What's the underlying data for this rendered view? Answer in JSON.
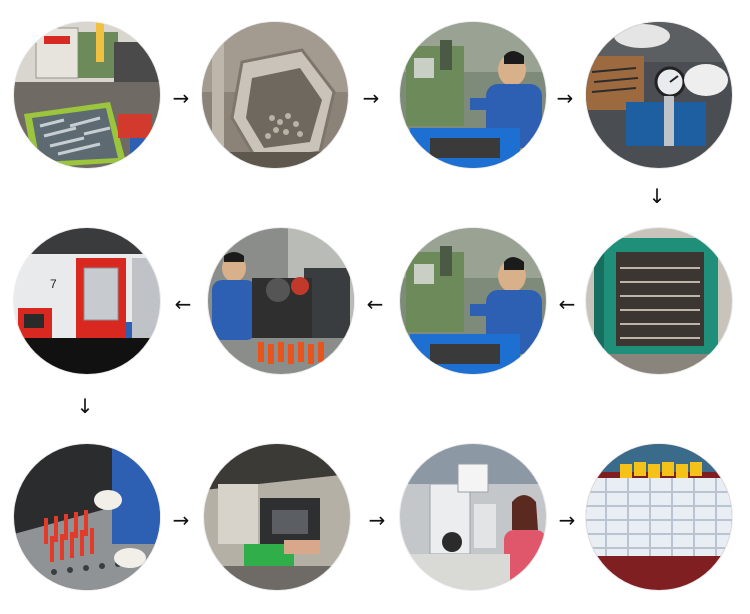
{
  "process_steps": [
    {
      "scene": "heading-machine-with-basket-icon",
      "machine_label": "",
      "order": 1
    },
    {
      "scene": "vibratory-polishing-drum-icon",
      "order": 2
    },
    {
      "scene": "worker-at-grinding-machine-icon",
      "order": 3
    },
    {
      "scene": "caliper-measurement-icon",
      "order": 4
    },
    {
      "scene": "heat-treatment-oven-icon",
      "order": 5
    },
    {
      "scene": "worker-at-grinding-machine-icon",
      "order": 6
    },
    {
      "scene": "worker-at-press-line-icon",
      "order": 7
    },
    {
      "scene": "cnc-machine-icon",
      "machine_label": "7",
      "order": 8
    },
    {
      "scene": "coating-rack-hands-icon",
      "order": 9
    },
    {
      "scene": "workshop-equipment-icon",
      "order": 10
    },
    {
      "scene": "microscope-inspection-icon",
      "order": 11
    },
    {
      "scene": "packaged-products-icon",
      "order": 12
    }
  ],
  "arrows": {
    "right": "→",
    "left": "←",
    "down": "↓"
  },
  "colors": {
    "machine_green": "#6d8a5a",
    "worker_blue": "#2d5fb3",
    "crate_blue": "#1d6fd1",
    "cnc_red": "#d8281f",
    "oven_frame": "#1f8f7a",
    "product_orange": "#e8541c",
    "package_gold": "#f5c21a"
  }
}
